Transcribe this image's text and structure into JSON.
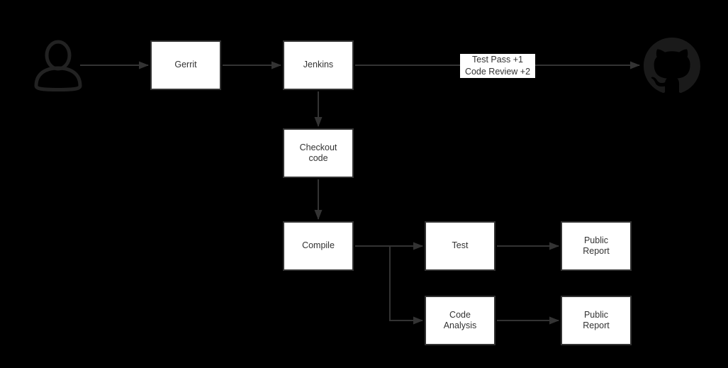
{
  "diagram": {
    "type": "flowchart",
    "background": "#000000",
    "colors": {
      "node_fill": "#ffffff",
      "node_border": "#333333",
      "edge_line": "#333333",
      "text": "#333333",
      "person_icon": "#222222",
      "github_icon": "#1a1a1a"
    },
    "nodes": {
      "gerrit": {
        "lines": [
          "Gerrit"
        ]
      },
      "jenkins": {
        "lines": [
          "Jenkins"
        ]
      },
      "checkout": {
        "lines": [
          "Checkout",
          "code"
        ]
      },
      "compile": {
        "lines": [
          "Compile"
        ]
      },
      "test": {
        "lines": [
          "Test"
        ]
      },
      "report1": {
        "lines": [
          "Public",
          "Report"
        ]
      },
      "analysis": {
        "lines": [
          "Code",
          "Analysis"
        ]
      },
      "report2": {
        "lines": [
          "Public",
          "Report"
        ]
      }
    },
    "icons": {
      "person": "person-icon",
      "github": "github-icon"
    },
    "edge_label": {
      "line1": "Test Pass +1",
      "line2": "Code Review +2"
    },
    "edges": [
      "person -> Gerrit",
      "Gerrit -> Jenkins",
      "Jenkins -> GitHub (Test Pass +1, Code Review +2)",
      "Jenkins -> Checkout code",
      "Checkout code -> Compile",
      "Compile -> Test",
      "Compile -> Code Analysis",
      "Test -> Public Report",
      "Code Analysis -> Public Report"
    ]
  }
}
